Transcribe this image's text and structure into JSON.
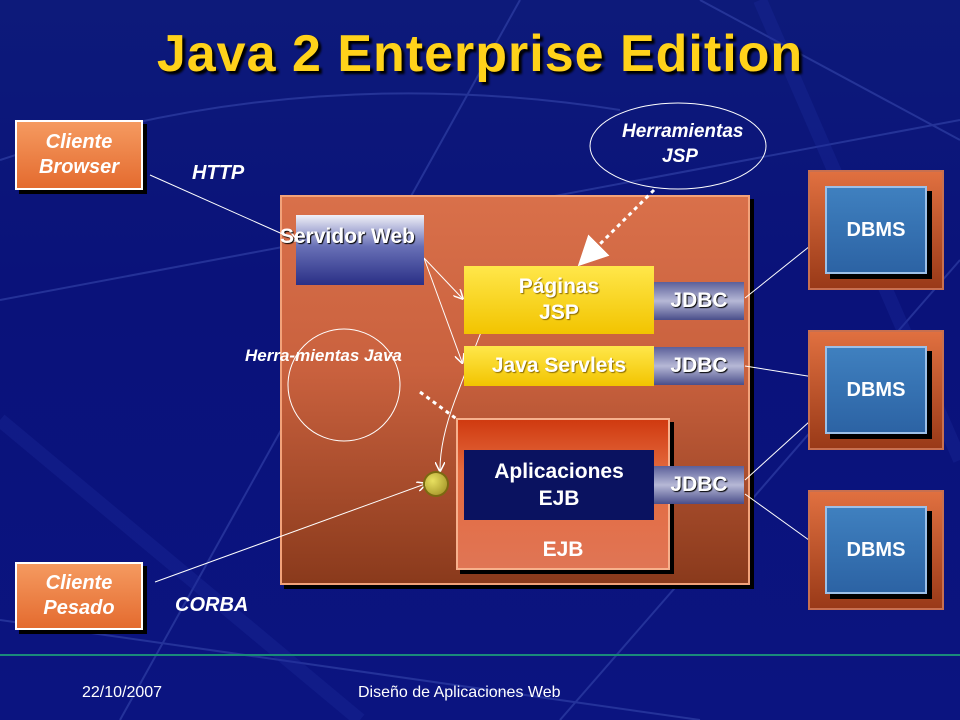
{
  "title": "Java 2 Enterprise Edition",
  "clients": {
    "browser": "Cliente Browser",
    "heavy": "Cliente Pesado"
  },
  "protocols": {
    "http": "HTTP",
    "corba": "CORBA"
  },
  "tools": {
    "jsp": "Herramientas JSP",
    "java": "Herra-mientas Java"
  },
  "server": {
    "web": "Servidor Web",
    "jsp_pages": "Páginas JSP",
    "servlets": "Java Servlets",
    "ejb_apps": "Aplicaciones EJB",
    "ejb": "EJB",
    "jdbc": "JDBC"
  },
  "databases": [
    "DBMS",
    "DBMS",
    "DBMS"
  ],
  "footer": {
    "date": "22/10/2007",
    "subtitle": "Diseño de Aplicaciones Web"
  },
  "colors": {
    "title": "#ffd21a",
    "background": "#0b1480",
    "accent": "#e46b2f"
  }
}
